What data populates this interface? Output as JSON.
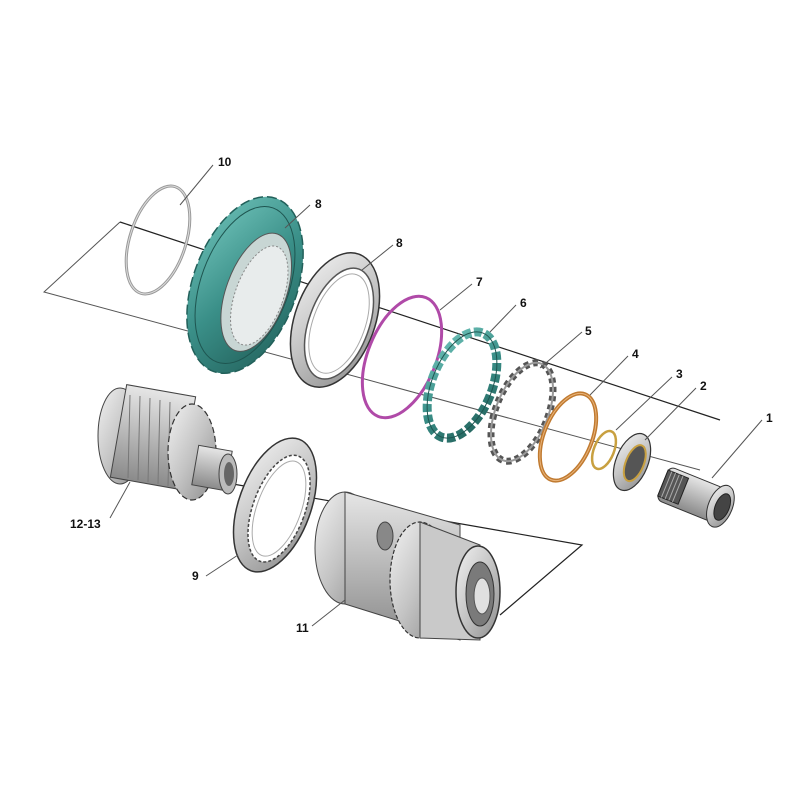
{
  "colors": {
    "steel_light": "#dcdcdc",
    "steel_mid": "#b5b5b5",
    "steel_dark": "#7a7a7a",
    "teal": "#3a8f88",
    "teal_dark": "#256a64",
    "magenta": "#b04aa8",
    "orange": "#c07a30",
    "gold": "#c8a040",
    "outline": "#1a1a1a"
  },
  "callouts": [
    {
      "id": "1",
      "label": "1"
    },
    {
      "id": "2",
      "label": "2"
    },
    {
      "id": "3",
      "label": "3"
    },
    {
      "id": "4",
      "label": "4"
    },
    {
      "id": "5",
      "label": "5"
    },
    {
      "id": "6",
      "label": "6"
    },
    {
      "id": "7",
      "label": "7"
    },
    {
      "id": "8a",
      "label": "8"
    },
    {
      "id": "8b",
      "label": "8"
    },
    {
      "id": "9",
      "label": "9"
    },
    {
      "id": "10",
      "label": "10"
    },
    {
      "id": "11",
      "label": "11"
    },
    {
      "id": "12-13",
      "label": "12-13"
    }
  ]
}
